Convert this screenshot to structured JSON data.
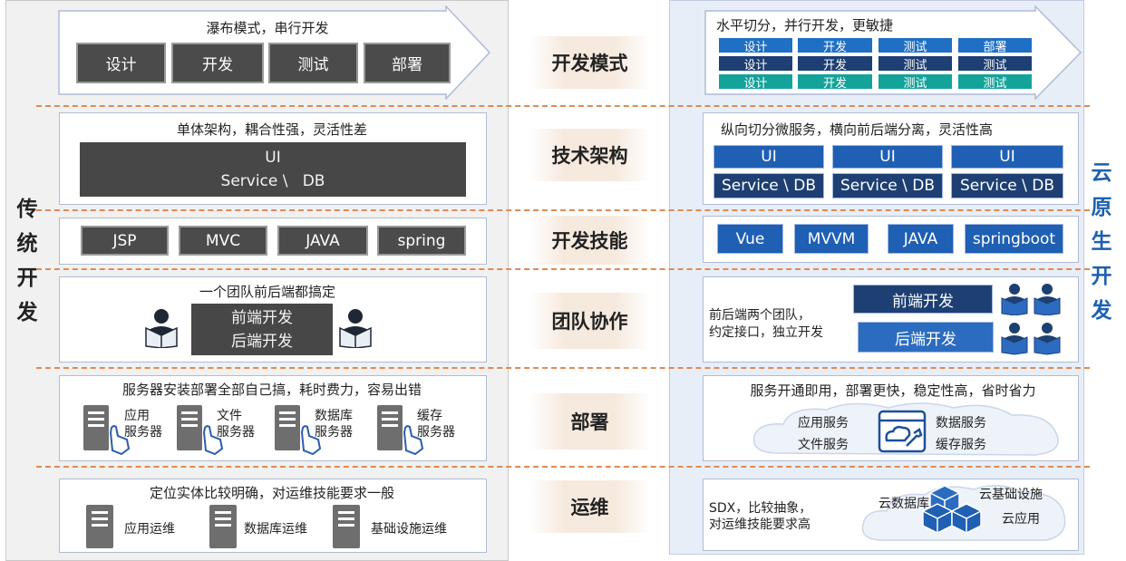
{
  "left_title": [
    "传",
    "统",
    "开",
    "发"
  ],
  "right_title": [
    "云",
    "原",
    "生",
    "开",
    "发"
  ],
  "categories": [
    "开发模式",
    "技术架构",
    "开发技能",
    "团队协作",
    "部署",
    "运维"
  ],
  "traditional": {
    "dev_mode": {
      "caption": "瀑布模式，串行开发",
      "steps": [
        "设计",
        "开发",
        "测试",
        "部署"
      ]
    },
    "architecture": {
      "caption": "单体架构，耦合性强，灵活性差",
      "line1": "UI",
      "line2": "Service \\   DB"
    },
    "skills": [
      "JSP",
      "MVC",
      "JAVA",
      "spring"
    ],
    "team": {
      "caption": "一个团队前后端都搞定",
      "line1": "前端开发",
      "line2": "后端开发"
    },
    "deploy": {
      "caption": "服务器安装部署全部自己搞，耗时费力，容易出错",
      "servers": [
        [
          "应用",
          "服务器"
        ],
        [
          "文件",
          "服务器"
        ],
        [
          "数据库",
          "服务器"
        ],
        [
          "缓存",
          "服务器"
        ]
      ]
    },
    "ops": {
      "caption": "定位实体比较明确，对运维技能要求一般",
      "items": [
        "应用运维",
        "数据库运维",
        "基础设施运维"
      ]
    }
  },
  "cloud": {
    "dev_mode": {
      "caption": "水平切分，并行开发，更敏捷",
      "rows": [
        [
          "设计",
          "开发",
          "测试",
          "部署"
        ],
        [
          "设计",
          "开发",
          "测试",
          "测试"
        ],
        [
          "设计",
          "开发",
          "测试",
          "测试"
        ]
      ]
    },
    "architecture": {
      "caption": "纵向切分微服务，横向前后端分离，灵活性高",
      "top": [
        "UI",
        "UI",
        "UI"
      ],
      "bottom": [
        "Service \\ DB",
        "Service \\ DB",
        "Service \\ DB"
      ]
    },
    "skills": [
      "Vue",
      "MVVM",
      "JAVA",
      "springboot"
    ],
    "team": {
      "desc1": "前后端两个团队，",
      "desc2": "约定接口，独立开发",
      "front": "前端开发",
      "back": "后端开发"
    },
    "deploy": {
      "caption": "服务开通即用，部署更快，稳定性高，省时省力",
      "left": [
        "应用服务",
        "文件服务"
      ],
      "right": [
        "数据服务",
        "缓存服务"
      ]
    },
    "ops": {
      "desc1": "SDX，比较抽象，",
      "desc2": "对运维技能要求高",
      "labels": [
        "云数据库",
        "云基础设施",
        "云应用"
      ]
    }
  },
  "colors": {
    "gray_tile": "#4b4b4b",
    "blue_tile": "#1f5fb4",
    "teal": "#14a39a",
    "navy": "#1d3f73",
    "dash": "#e08a55"
  }
}
